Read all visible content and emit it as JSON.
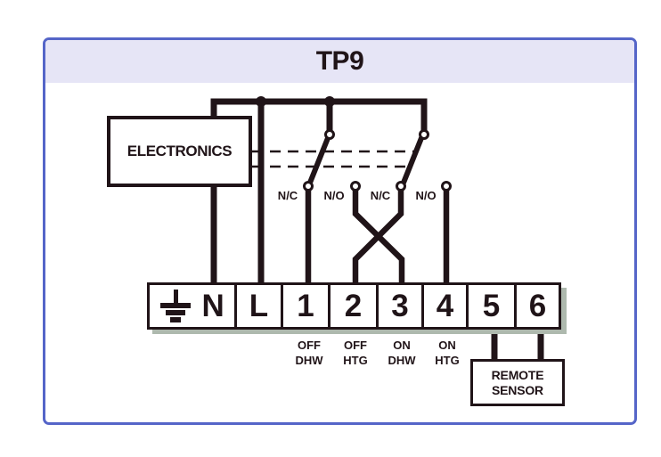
{
  "title": "TP9",
  "electronics": {
    "label": "ELECTRONICS"
  },
  "switch_contacts": {
    "labels": [
      "N/C",
      "N/O",
      "N/C",
      "N/O"
    ]
  },
  "terminals": {
    "labels": [
      "N",
      "L",
      "1",
      "2",
      "3",
      "4",
      "5",
      "6"
    ]
  },
  "function_labels": [
    {
      "line1": "OFF",
      "line2": "DHW"
    },
    {
      "line1": "OFF",
      "line2": "HTG"
    },
    {
      "line1": "ON",
      "line2": "DHW"
    },
    {
      "line1": "ON",
      "line2": "HTG"
    }
  ],
  "remote_sensor": {
    "line1": "REMOTE",
    "line2": "SENSOR"
  },
  "colors": {
    "frame_border": "#5565c8",
    "title_band": "#e6e5f6",
    "ink": "#201418",
    "terminal_shadow": "#aeb9ae",
    "background": "#ffffff"
  }
}
